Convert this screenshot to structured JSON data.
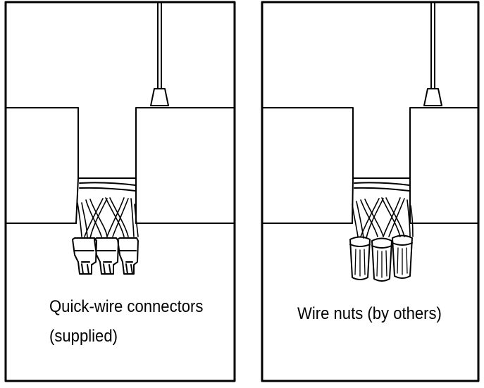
{
  "panels": [
    {
      "id": "left",
      "connector_type": "quick-wire-connector",
      "caption_lines": [
        "Quick-wire connectors",
        "(supplied)"
      ]
    },
    {
      "id": "right",
      "connector_type": "wire-nut",
      "caption_lines": [
        "Wire nuts (by others)"
      ]
    }
  ],
  "colors": {
    "line": "#000000",
    "background": "#ffffff"
  }
}
